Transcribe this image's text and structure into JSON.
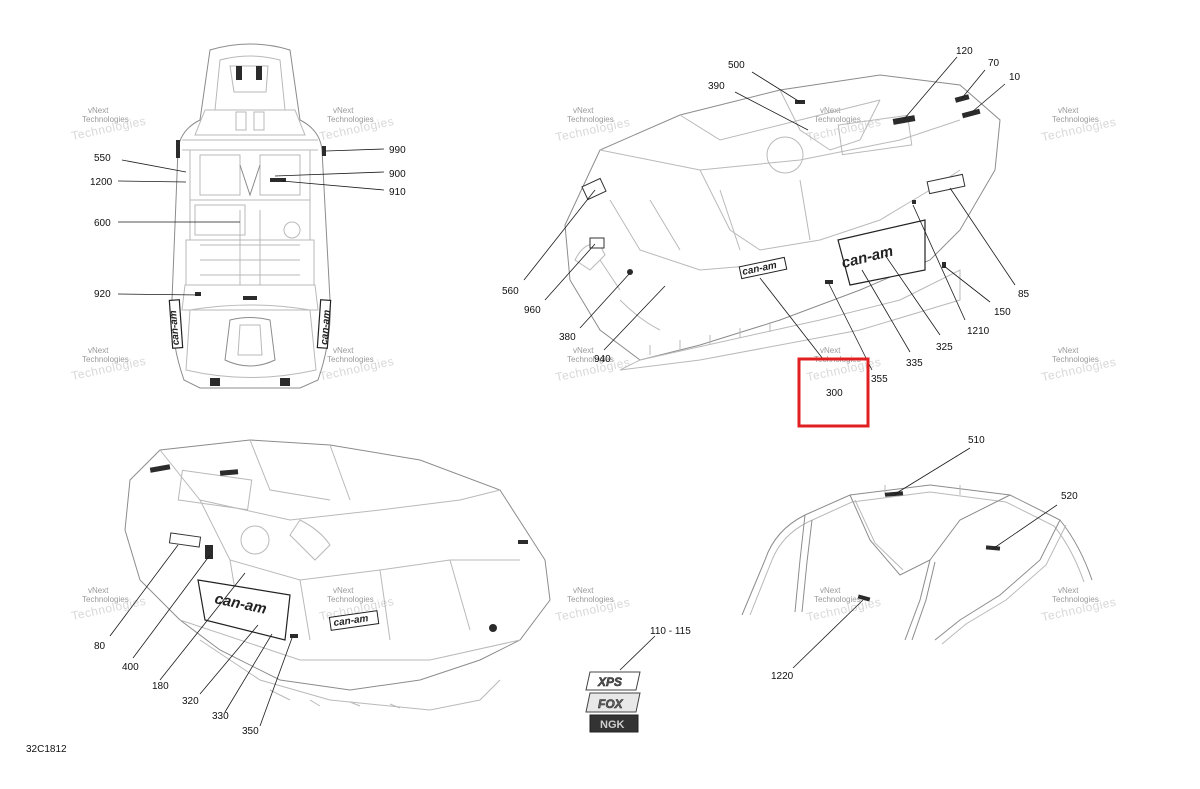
{
  "diagram_code": "32C1812",
  "watermark": {
    "line1": "vNext",
    "line2": "Technologies",
    "diagonal": "Technologies"
  },
  "highlight_color": "#e02020",
  "callouts_top_view": [
    {
      "id": "550",
      "label": "550"
    },
    {
      "id": "1200",
      "label": "1200"
    },
    {
      "id": "600",
      "label": "600"
    },
    {
      "id": "920",
      "label": "920"
    },
    {
      "id": "990",
      "label": "990"
    },
    {
      "id": "900",
      "label": "900"
    },
    {
      "id": "910",
      "label": "910"
    }
  ],
  "callouts_front_view": [
    {
      "id": "500",
      "label": "500"
    },
    {
      "id": "390",
      "label": "390"
    },
    {
      "id": "120",
      "label": "120"
    },
    {
      "id": "70",
      "label": "70"
    },
    {
      "id": "10",
      "label": "10"
    },
    {
      "id": "560",
      "label": "560"
    },
    {
      "id": "960",
      "label": "960"
    },
    {
      "id": "380",
      "label": "380"
    },
    {
      "id": "940",
      "label": "940"
    },
    {
      "id": "300",
      "label": "300"
    },
    {
      "id": "355",
      "label": "355"
    },
    {
      "id": "335",
      "label": "335"
    },
    {
      "id": "325",
      "label": "325"
    },
    {
      "id": "1210",
      "label": "1210"
    },
    {
      "id": "150",
      "label": "150"
    },
    {
      "id": "85",
      "label": "85"
    }
  ],
  "callouts_rear_view": [
    {
      "id": "80",
      "label": "80"
    },
    {
      "id": "400",
      "label": "400"
    },
    {
      "id": "180",
      "label": "180"
    },
    {
      "id": "320",
      "label": "320"
    },
    {
      "id": "330",
      "label": "330"
    },
    {
      "id": "350",
      "label": "350"
    }
  ],
  "callouts_cage": [
    {
      "id": "510",
      "label": "510"
    },
    {
      "id": "520",
      "label": "520"
    },
    {
      "id": "1220",
      "label": "1220"
    }
  ],
  "decal_set": {
    "label": "110 - 115",
    "logos": [
      "XPS",
      "FOX",
      "NGK"
    ]
  },
  "brand_decal_text": "can-am"
}
